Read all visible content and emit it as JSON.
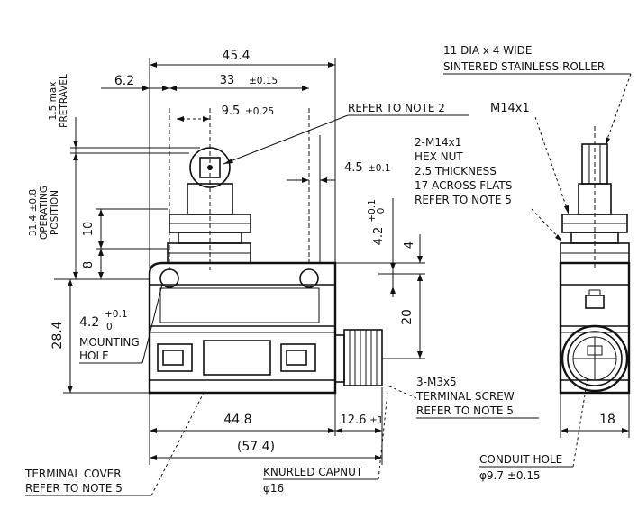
{
  "dimensions": {
    "overall_width_top": "45.4",
    "offset_left": "6.2",
    "hole_spacing": "33",
    "hole_spacing_tol": "±0.15",
    "roller_offset": "9.5",
    "roller_offset_tol": "±0.25",
    "right_offset": "4.5",
    "right_offset_tol": "±0.1",
    "hole_dia": "4.2",
    "hole_dia_tol": "+0.1 / 0",
    "hole_dia_tol_plus": "+0.1",
    "hole_dia_tol_zero": "0",
    "dim_4": "4",
    "dim_20": "20",
    "pretravel": "1.5 max",
    "pretravel_word": "PRETRAVEL",
    "operating_position": "31.4 ±0.8",
    "operating_word_1": "OPERATING",
    "operating_word_2": "POSITION",
    "dim_10": "10",
    "dim_8": "8",
    "height_body": "28.4",
    "mounting_hole_dia": "4.2",
    "mounting_hole_tol_plus": "+0.1",
    "mounting_hole_tol_zero": "0",
    "mounting_word_1": "MOUNTING",
    "mounting_word_2": "HOLE",
    "body_length": "44.8",
    "capnut_length": "12.6",
    "capnut_length_tol": "±1",
    "total_length": "(57.4)",
    "side_width": "18"
  },
  "notes": {
    "roller_line1": "11 DIA x 4 WIDE",
    "roller_line2": "SINTERED STAINLESS ROLLER",
    "refer_note_2": "REFER TO NOTE 2",
    "thread": "M14x1",
    "hexnut_line1": "2-M14x1",
    "hexnut_line2": "HEX NUT",
    "hexnut_line3": "2.5 THICKNESS",
    "hexnut_line4": "17 ACROSS FLATS",
    "hexnut_line5": "REFER TO NOTE 5",
    "terminal_screw_line1": "3-M3x5",
    "terminal_screw_line2": "TERMINAL SCREW",
    "terminal_screw_line3": "REFER TO NOTE 5",
    "conduit_line1": "CONDUIT HOLE",
    "conduit_line2": "φ9.7 ±0.15",
    "terminal_cover_line1": "TERMINAL COVER",
    "terminal_cover_line2": "REFER TO NOTE 5",
    "capnut_line1": "KNURLED CAPNUT",
    "capnut_line2": "φ16"
  }
}
